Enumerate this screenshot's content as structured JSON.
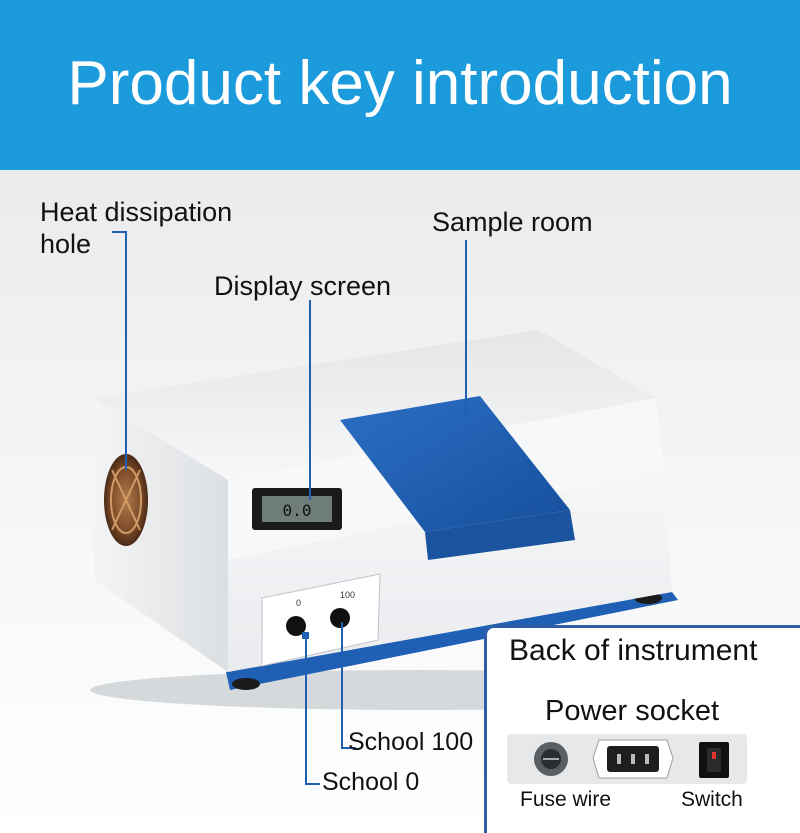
{
  "header": {
    "title": "Product key introduction",
    "bg_color": "#1b9bdb"
  },
  "callouts": {
    "heat_dissipation": {
      "line1": "Heat dissipation",
      "line2": "hole"
    },
    "sample_room": "Sample room",
    "display_screen": "Display screen",
    "school_100": "School 100",
    "school_0": "School 0"
  },
  "instrument": {
    "display_reading": "0.0",
    "knob_left_label": "0",
    "knob_right_label": "100",
    "accent_color": "#1f5fb4"
  },
  "back_inset": {
    "title": "Back of instrument",
    "subtitle": "Power socket",
    "fuse_label": "Fuse wire",
    "switch_label": "Switch",
    "border_color": "#2d5ea6"
  }
}
